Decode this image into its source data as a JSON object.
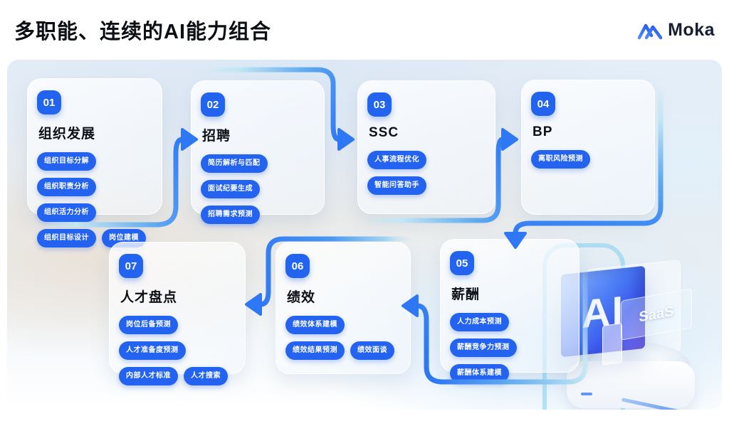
{
  "header": {
    "title": "多职能、连续的AI能力组合",
    "brand": "Moka"
  },
  "diagram": {
    "cards": [
      {
        "num": "01",
        "title": "组织发展",
        "pills": [
          "组织目标分解",
          "组织职责分析",
          "组织活力分析",
          "组织目标设计",
          "岗位建模"
        ]
      },
      {
        "num": "02",
        "title": "招聘",
        "pills": [
          "简历解析与匹配",
          "面试纪要生成",
          "招聘需求预测"
        ]
      },
      {
        "num": "03",
        "title": "SSC",
        "pills": [
          "人事流程优化",
          "智能问答助手"
        ]
      },
      {
        "num": "04",
        "title": "BP",
        "pills": [
          "离职风险预测"
        ]
      },
      {
        "num": "05",
        "title": "薪酬",
        "pills": [
          "人力成本预测",
          "薪酬竞争力预测",
          "薪酬体系建模"
        ]
      },
      {
        "num": "06",
        "title": "绩效",
        "pills": [
          "绩效体系建模",
          "绩效结果预测",
          "绩效面谈"
        ]
      },
      {
        "num": "07",
        "title": "人才盘点",
        "pills": [
          "岗位后备预测",
          "人才准备度预测",
          "内部人才标准",
          "人才搜索"
        ]
      }
    ],
    "decor": {
      "ai_label": "AI",
      "saas_label": "SaaS"
    },
    "colors": {
      "pill_blue": "#2463f0",
      "badge_blue": "#2264ef",
      "arrow_blue": "#2e78f5",
      "arrow_light": "#c3e7f4",
      "logo_blue": "#2567f1"
    }
  }
}
